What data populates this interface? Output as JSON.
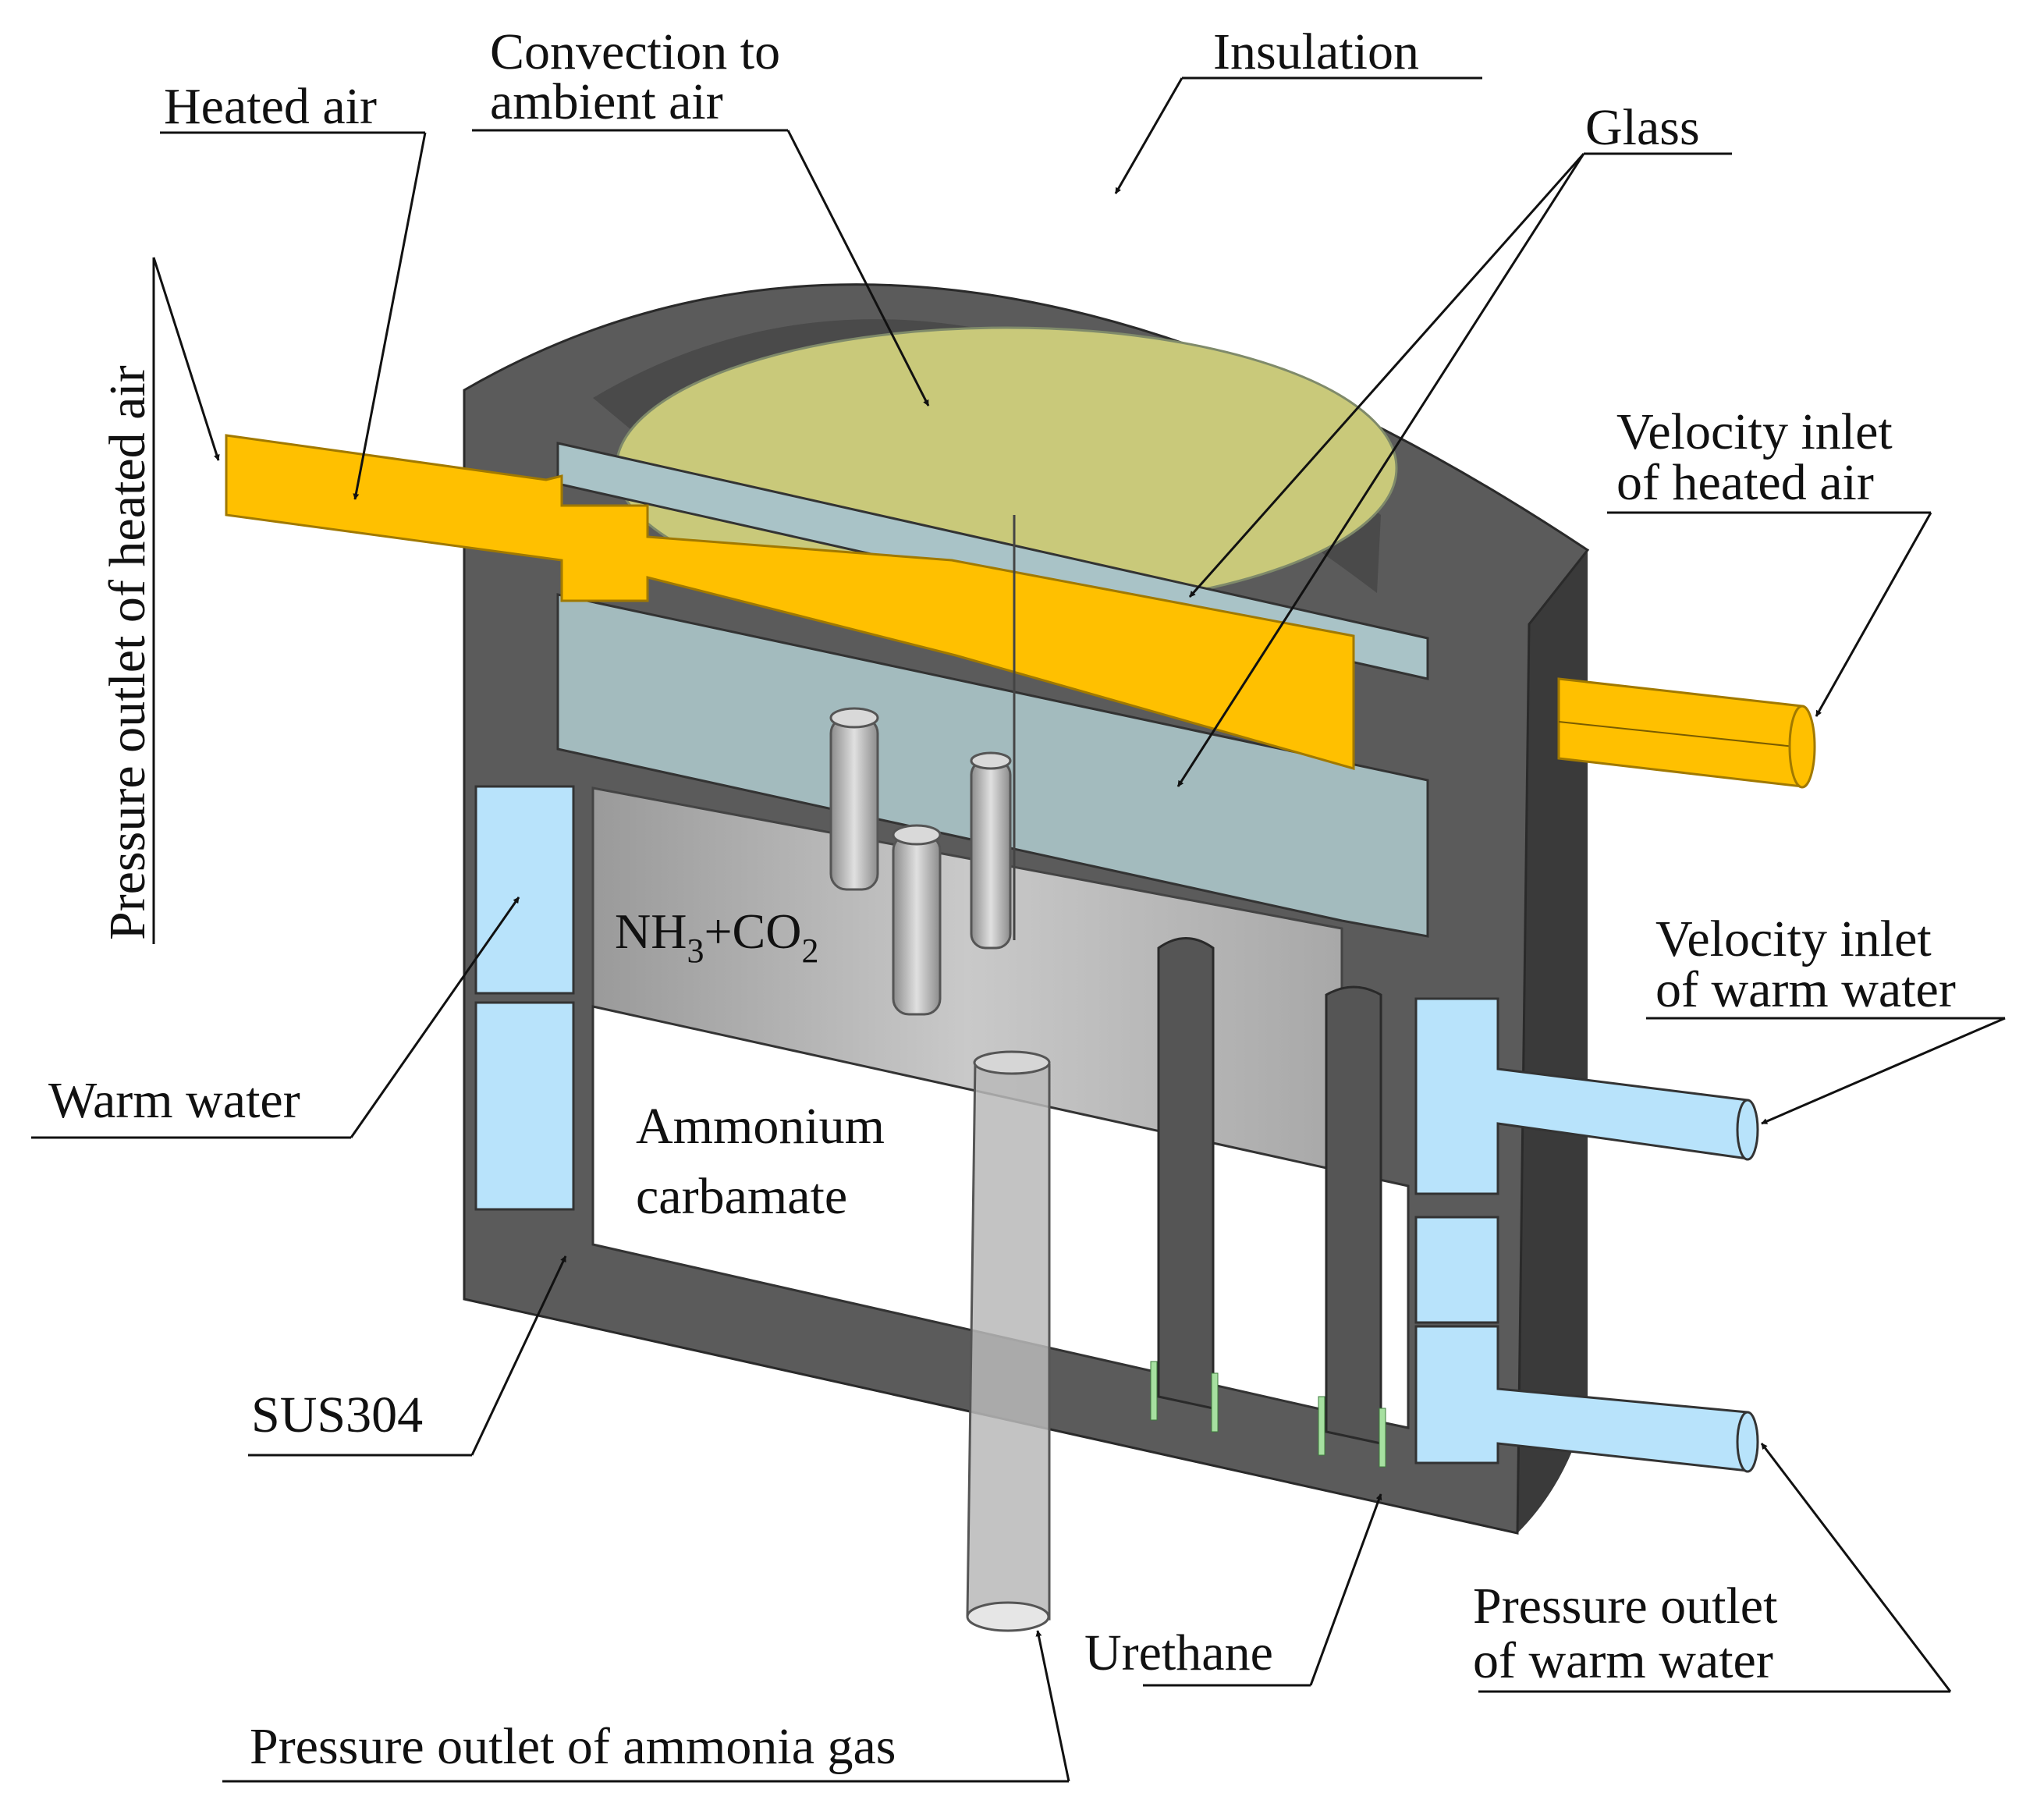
{
  "labels": {
    "heated_air": "Heated air",
    "convection_line1": "Convection to",
    "convection_line2": "ambient air",
    "insulation": "Insulation",
    "glass": "Glass",
    "pressure_outlet_heated_air": "Pressure outlet of heated air",
    "velocity_inlet_heated_air_line1": "Velocity inlet",
    "velocity_inlet_heated_air_line2": "of heated air",
    "velocity_inlet_warm_water_line1": "Velocity inlet",
    "velocity_inlet_warm_water_line2": "of warm water",
    "warm_water": "Warm water",
    "gas_nh3": "NH",
    "gas_sub_3": "3",
    "gas_plus_co": "+CO",
    "gas_sub_2": "2",
    "ammonium_line1": "Ammonium",
    "ammonium_line2": "carbamate",
    "sus304": "SUS304",
    "urethane": "Urethane",
    "pressure_outlet_warm_water_line1": "Pressure outlet",
    "pressure_outlet_warm_water_line2": "of warm water",
    "pressure_outlet_ammonia": "Pressure outlet of ammonia gas"
  },
  "colors": {
    "insulation": "#5b5b5b",
    "insulation_dark": "#444444",
    "insulation_side": "#3a3a3a",
    "heated_air": "#ffc000",
    "glass": "#a9c3c7",
    "convection_surface": "#c9c97a",
    "warm_water": "#b8e3fb",
    "urethane": "#a6e0a0",
    "chamber": "#b5b5b5",
    "background": "#ffffff"
  }
}
